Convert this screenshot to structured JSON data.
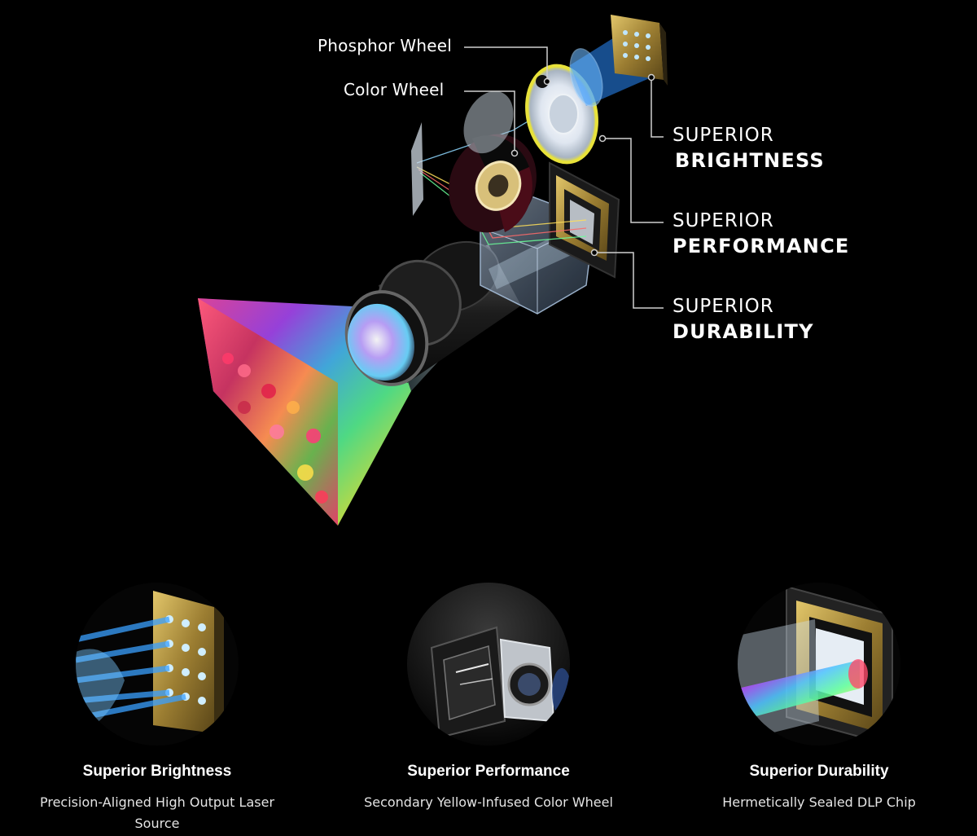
{
  "diagram": {
    "labels": {
      "phosphor_wheel": "Phosphor Wheel",
      "color_wheel": "Color Wheel"
    },
    "callouts": [
      {
        "line1": "SUPERIOR",
        "line2": "BRIGHTNESS"
      },
      {
        "line1": "SUPERIOR",
        "line2": "PERFORMANCE"
      },
      {
        "line1": "SUPERIOR",
        "line2": "DURABILITY"
      }
    ]
  },
  "features": [
    {
      "title": "Superior Brightness",
      "description": "Precision-Aligned High Output Laser Source",
      "icon": "laser-source-icon"
    },
    {
      "title": "Superior Performance",
      "description": "Secondary Yellow-Infused Color Wheel",
      "icon": "color-wheel-engine-icon"
    },
    {
      "title": "Superior Durability",
      "description": "Hermetically Sealed DLP Chip",
      "icon": "dlp-chip-icon"
    }
  ],
  "colors": {
    "background": "#000000",
    "chip_gold": "#b89a4a",
    "laser_blue": "#2a8cff",
    "phosphor_yellow": "#e8e23a"
  }
}
